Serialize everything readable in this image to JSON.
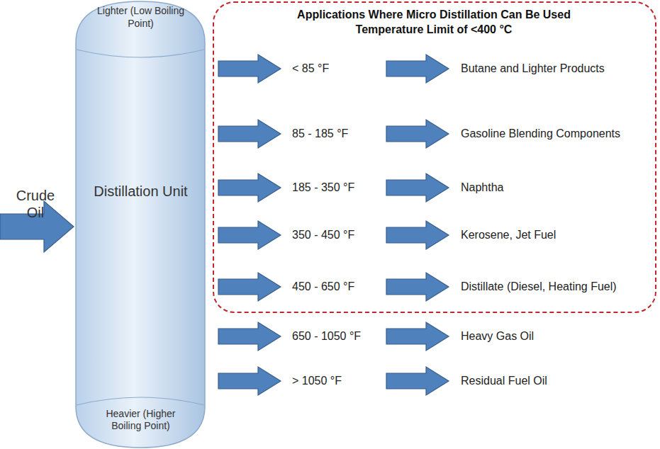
{
  "diagram": {
    "nodes": [
      {
        "text": [
          "Lighter (Low Boiling Point)",
          "Distillation Unit",
          "Heavier (Higher Boiling Point)"
        ]
      },
      {
        "text": [
          "Applications Where Micro Distillation Can Be Used Temperature Limit of <400 °C"
        ]
      }
    ],
    "labels": [
      "Crude Oil",
      "< 85 °F",
      "Butane and Lighter Products",
      "85 - 185 °F",
      "Gasoline Blending Components",
      "185 - 350 °F",
      "Naphtha",
      "350 - 450 °F",
      "Kerosene, Jet Fuel",
      "450 - 650 °F",
      "Distillate (Diesel, Heating Fuel)",
      "650 - 1050 °F",
      "Heavy Gas Oil",
      "> 1050 °F",
      "Residual Fuel Oil"
    ]
  }
}
